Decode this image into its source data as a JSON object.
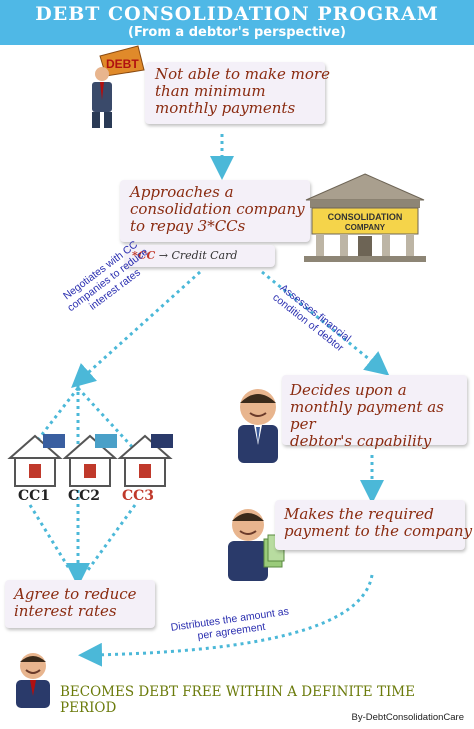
{
  "header": {
    "title": "DEBT CONSOLIDATION PROGRAM",
    "subtitle": "(From a debtor's perspective)"
  },
  "steps": {
    "step1": {
      "lines": [
        "Not able to make more",
        "than minimum",
        "monthly payments"
      ],
      "badge": "DEBT"
    },
    "step2": {
      "lines": [
        "Approaches a",
        "consolidation company",
        "to repay 3*CCs"
      ],
      "footnote_star": "*CC",
      "footnote_rest": " → Credit Card"
    },
    "step3": {
      "lines": [
        "Decides upon a",
        "monthly payment as per",
        "debtor's capability"
      ]
    },
    "step4": {
      "lines": [
        "Makes the required",
        "payment to the company"
      ]
    },
    "step5": {
      "lines": [
        "Agree to reduce",
        "interest rates"
      ]
    }
  },
  "building": {
    "sign_line1": "CONSOLIDATION",
    "sign_line2": "COMPANY"
  },
  "edges": {
    "negotiates": [
      "Negotiates with CC",
      "companies to reduce",
      "interest rates"
    ],
    "assesses": [
      "Assesses financial",
      "condition of debtor"
    ],
    "distributes": [
      "Distributes the amount as",
      "per agreement"
    ]
  },
  "creditors": [
    "CC1",
    "CC2",
    "CC3"
  ],
  "colors": {
    "header": "#4fb8e6",
    "arrow": "#4bb8d8",
    "note_text": "#8a2b10",
    "cc1": "#222222",
    "cc2": "#222222",
    "cc3": "#c0392b",
    "bottom": "#6b7b0b"
  },
  "bottom": {
    "result": "BECOMES DEBT FREE WITHIN A DEFINITE TIME PERIOD",
    "credit": "By-DebtConsolidationCare"
  }
}
